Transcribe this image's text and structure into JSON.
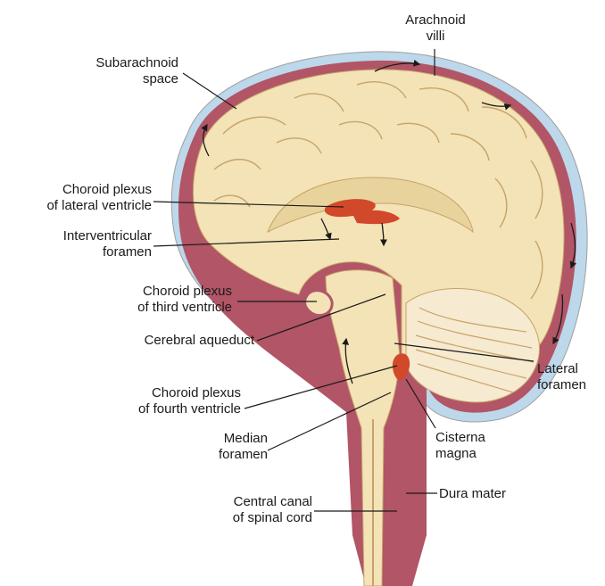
{
  "labels": {
    "arachnoid_villi": [
      "Arachnoid",
      "villi"
    ],
    "subarachnoid_space": [
      "Subarachnoid",
      "space"
    ],
    "choroid_plexus_lateral": [
      "Choroid plexus",
      "of lateral ventricle"
    ],
    "interventricular_foramen": [
      "Interventricular",
      "foramen"
    ],
    "choroid_plexus_third": [
      "Choroid plexus",
      "of third ventricle"
    ],
    "cerebral_aqueduct": [
      "Cerebral aqueduct"
    ],
    "choroid_plexus_fourth": [
      "Choroid plexus",
      "of fourth ventricle"
    ],
    "median_foramen": [
      "Median",
      "foramen"
    ],
    "central_canal": [
      "Central canal",
      "of spinal cord"
    ],
    "lateral_foramen": [
      "Lateral",
      "foramen"
    ],
    "cisterna_magna": [
      "Cisterna",
      "magna"
    ],
    "dura_mater": [
      "Dura mater"
    ]
  },
  "colors": {
    "brain_tissue": "#f3e3b6",
    "sulcus_lines": "#c7a36a",
    "dura_band": "#b15567",
    "subarachnoid_csf": "#bcd8ea",
    "choroid_plexus": "#d2482a",
    "leader_line": "#1a1a1a"
  }
}
